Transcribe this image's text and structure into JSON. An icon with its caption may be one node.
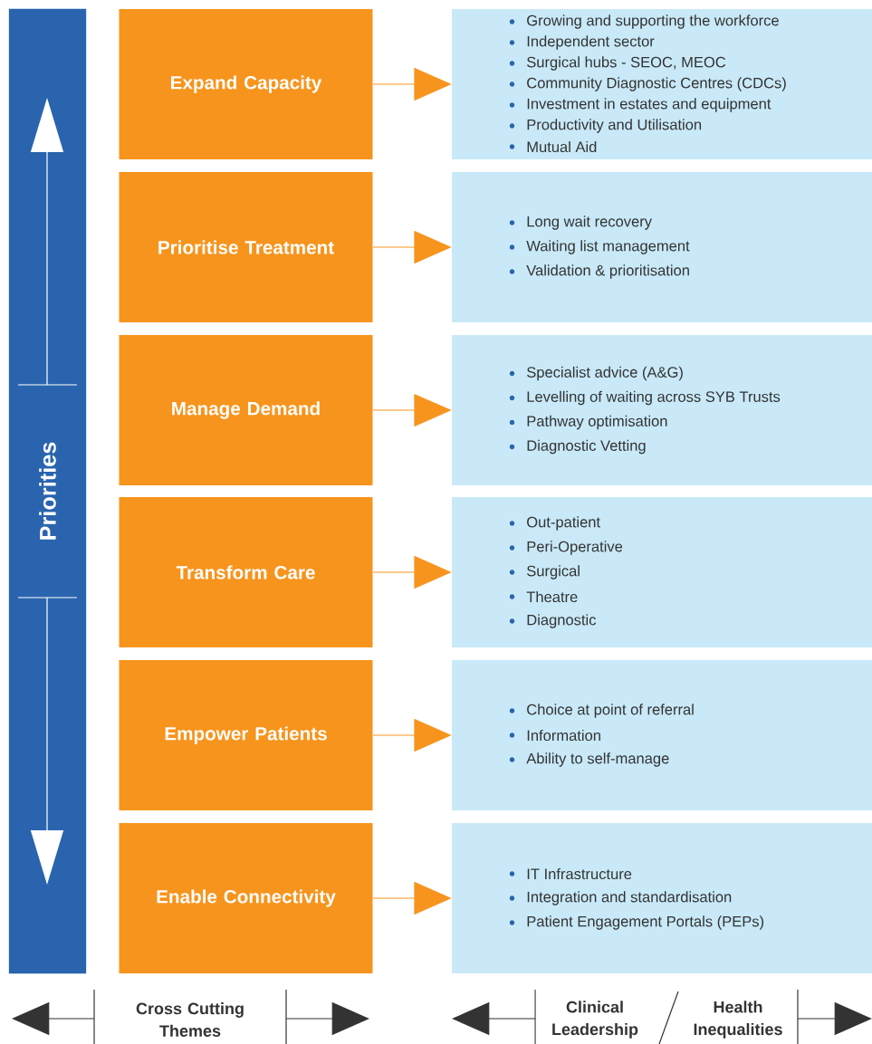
{
  "diagram": {
    "nodes": [
      {
        "text": [
          "Priorities"
        ]
      },
      {
        "text": [
          "Expand Capacity"
        ]
      },
      {
        "text": [
          "Prioritise Treatment"
        ]
      },
      {
        "text": [
          "Manage Demand"
        ]
      },
      {
        "text": [
          "Transform Care"
        ]
      },
      {
        "text": [
          "Empower Patients"
        ]
      },
      {
        "text": [
          "Enable Connectivity"
        ]
      },
      {
        "text": [
          "Growing and supporting the workforce",
          "Independent sector",
          "Surgical hubs - SEOC, MEOC",
          "Community Diagnostic Centres (CDCs)",
          "Investment in estates and equipment",
          "Productivity and Utilisation",
          "Mutual Aid"
        ]
      },
      {
        "text": [
          "Long wait recovery",
          "Waiting list management",
          "Validation & prioritisation"
        ]
      },
      {
        "text": [
          "Specialist advice (A&G)",
          "Levelling of waiting across SYB Trusts",
          "Pathway optimisation",
          "Diagnostic Vetting"
        ]
      },
      {
        "text": [
          "Out-patient",
          "Peri-Operative",
          "Surgical",
          "Theatre",
          "Diagnostic"
        ]
      },
      {
        "text": [
          "Choice at point of referral",
          "Information",
          "Ability to self-manage"
        ]
      },
      {
        "text": [
          "IT Infrastructure",
          "Integration and standardisation",
          "Patient Engagement Portals (PEPs)"
        ]
      }
    ],
    "edges": [
      {
        "from": 1,
        "to": 7,
        "arrow": "to"
      },
      {
        "from": 2,
        "to": 8,
        "arrow": "to"
      },
      {
        "from": 3,
        "to": 9,
        "arrow": "to"
      },
      {
        "from": 4,
        "to": 10,
        "arrow": "to"
      },
      {
        "from": 5,
        "to": 11,
        "arrow": "to"
      },
      {
        "from": 6,
        "to": 12,
        "arrow": "to"
      }
    ],
    "labels": [
      "Cross Cutting Themes",
      "Clinical Leadership",
      "Health Inequalities"
    ]
  }
}
